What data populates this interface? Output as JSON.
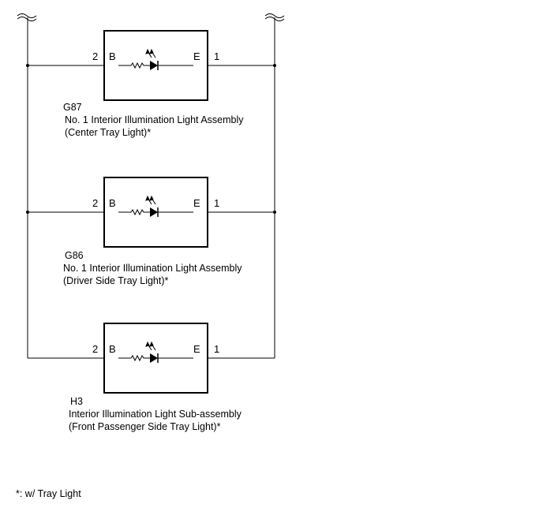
{
  "components": [
    {
      "code": "G87",
      "name": "No. 1 Interior Illumination Light Assembly",
      "location": "(Center Tray Light)*",
      "pin_left_number": "2",
      "pin_left_name": "B",
      "pin_right_name": "E",
      "pin_right_number": "1"
    },
    {
      "code": "G86",
      "name": "No. 1 Interior Illumination Light Assembly",
      "location": "(Driver Side Tray Light)*",
      "pin_left_number": "2",
      "pin_left_name": "B",
      "pin_right_name": "E",
      "pin_right_number": "1"
    },
    {
      "code": "H3",
      "name": "Interior Illumination Light Sub-assembly",
      "location": "(Front Passenger Side Tray Light)*",
      "pin_left_number": "2",
      "pin_left_name": "B",
      "pin_right_name": "E",
      "pin_right_number": "1"
    }
  ],
  "footnote": "*: w/ Tray Light"
}
